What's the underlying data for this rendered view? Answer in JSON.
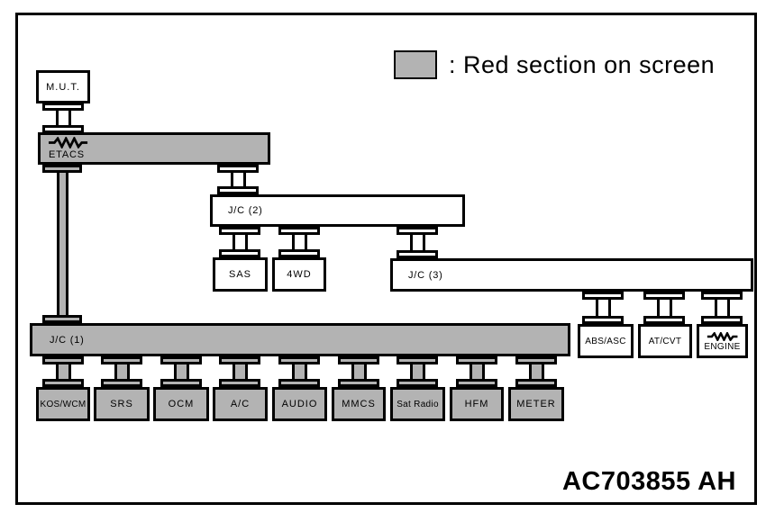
{
  "legend": {
    "label": ": Red section on screen"
  },
  "figure_code": "AC703855 AH",
  "colors": {
    "highlight_gray": "#b3b3b3",
    "line": "#000000",
    "background": "#ffffff"
  },
  "nodes": {
    "mut": {
      "label": "M.U.T."
    },
    "etacs": {
      "label": "ETACS",
      "has_resistor": true
    },
    "jc1": {
      "label": "J/C (1)"
    },
    "jc2": {
      "label": "J/C (2)"
    },
    "jc3": {
      "label": "J/C (3)"
    },
    "sas": {
      "label": "SAS"
    },
    "fourwd": {
      "label": "4WD"
    },
    "absasc": {
      "label": "ABS/ASC"
    },
    "atcvt": {
      "label": "AT/CVT"
    },
    "engine": {
      "label": "ENGINE",
      "has_resistor": true
    },
    "koswcm": {
      "label": "KOS/WCM"
    },
    "srs": {
      "label": "SRS"
    },
    "ocm": {
      "label": "OCM"
    },
    "ac": {
      "label": "A/C"
    },
    "audio": {
      "label": "AUDIO"
    },
    "mmcs": {
      "label": "MMCS"
    },
    "satradio": {
      "label": "Sat Radio"
    },
    "hfm": {
      "label": "HFM"
    },
    "meter": {
      "label": "METER"
    }
  }
}
